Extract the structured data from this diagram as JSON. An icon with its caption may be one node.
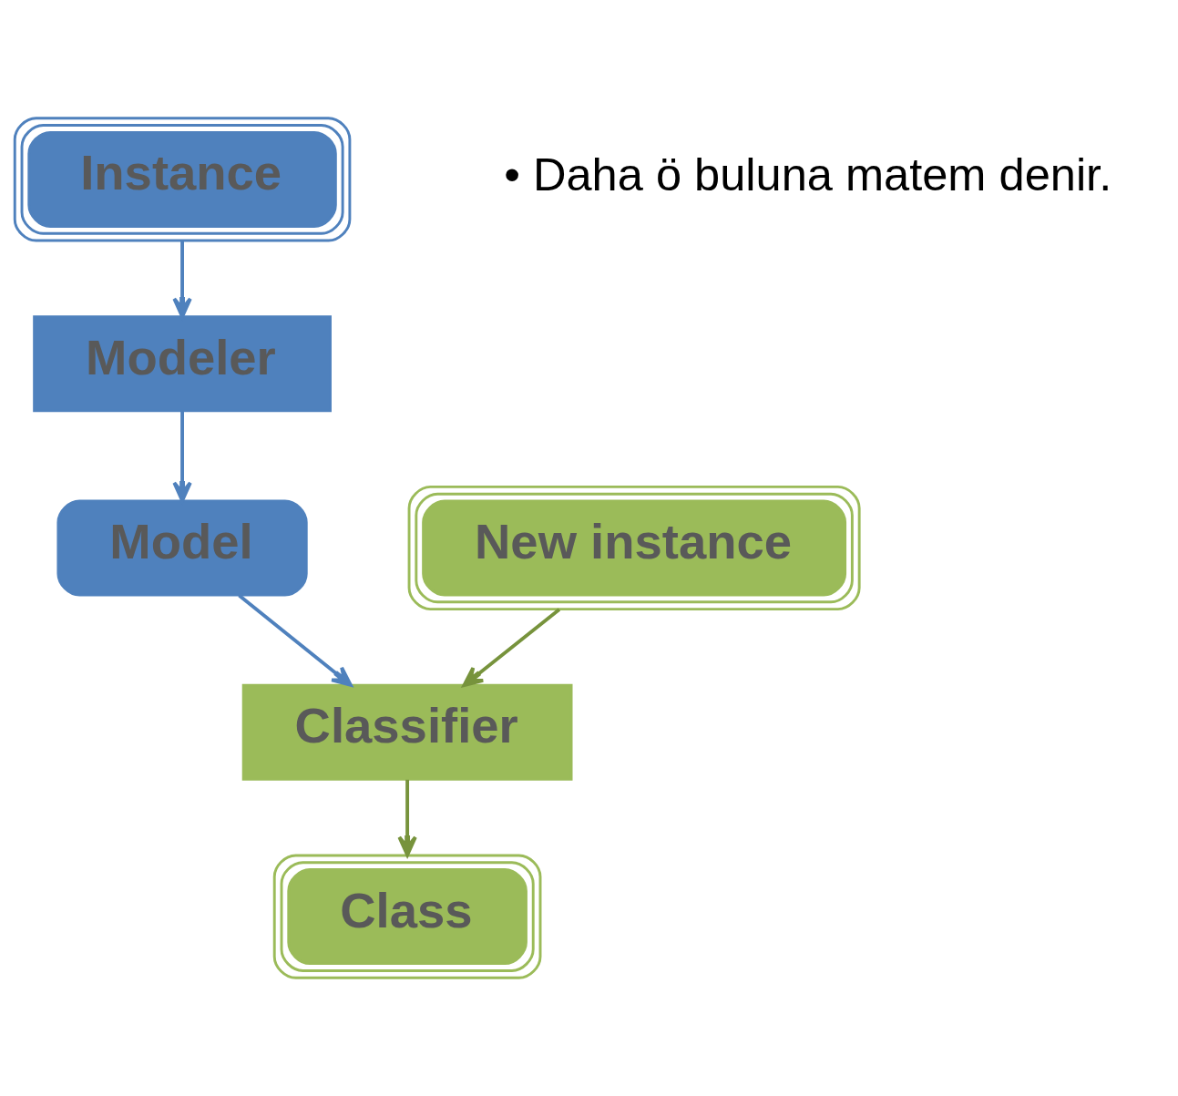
{
  "diagram": {
    "nodes": [
      {
        "text": [
          "Instance"
        ]
      },
      {
        "text": [
          "Modeler"
        ]
      },
      {
        "text": [
          "Model"
        ]
      },
      {
        "text": [
          "New instance"
        ]
      },
      {
        "text": [
          "Classifier"
        ]
      },
      {
        "text": [
          "Class"
        ]
      }
    ],
    "edges": [
      {
        "from": 0,
        "to": 1,
        "arrow": "to"
      },
      {
        "from": 1,
        "to": 2,
        "arrow": "to"
      },
      {
        "from": 2,
        "to": 4,
        "arrow": "to"
      },
      {
        "from": 3,
        "to": 4,
        "arrow": "to",
        "color": "#77933c"
      },
      {
        "from": 4,
        "to": 5,
        "arrow": "to",
        "color": "#77933c"
      }
    ],
    "labels": [
      "• Daha ö buluna matem denir."
    ]
  }
}
